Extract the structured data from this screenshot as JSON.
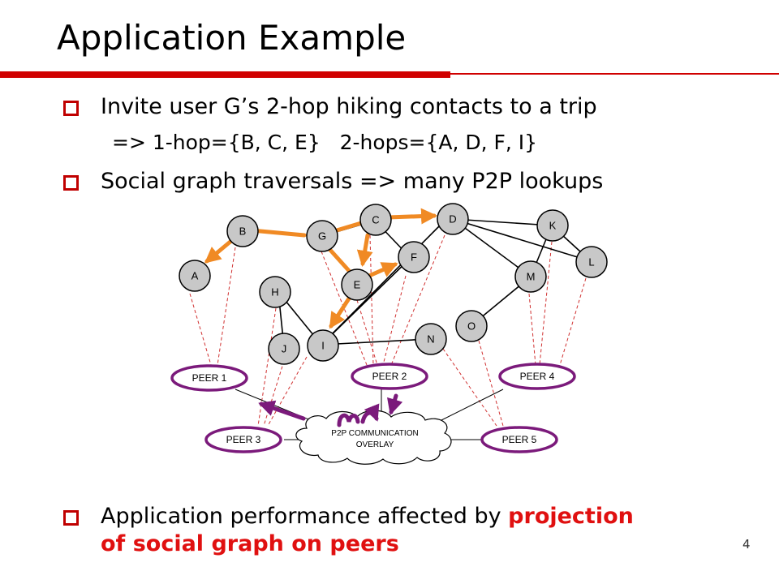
{
  "slide": {
    "title": "Application Example",
    "page_number": "4"
  },
  "bullets": [
    {
      "text": "Invite user G’s 2-hop hiking contacts to a trip"
    },
    {
      "text": "Social graph traversals => many P2P lookups"
    }
  ],
  "subline": {
    "one_hop": "=> 1-hop={B, C, E}",
    "two_hops": "2-hops={A, D, F, I}"
  },
  "bottom_bullet": {
    "prefix": "Application performance affected by ",
    "highlight_1": "projection",
    "highlight_2": "of social graph on peers",
    "highlight_color": "#e01010"
  },
  "graph": {
    "nodes": [
      "A",
      "B",
      "C",
      "D",
      "E",
      "F",
      "G",
      "H",
      "I",
      "J",
      "K",
      "L",
      "M",
      "N",
      "O"
    ],
    "peers": [
      "PEER 1",
      "PEER 2",
      "PEER 3",
      "PEER 4",
      "PEER 5"
    ],
    "overlay_label_1": "P2P COMMUNICATION",
    "overlay_label_2": "OVERLAY",
    "colors": {
      "node_fill": "#c8c8c8",
      "traversal": "#f08a24",
      "peer_border": "#7b1a7b",
      "mapping": "#d03030",
      "lookup_arrow": "#7b1a7b"
    }
  }
}
